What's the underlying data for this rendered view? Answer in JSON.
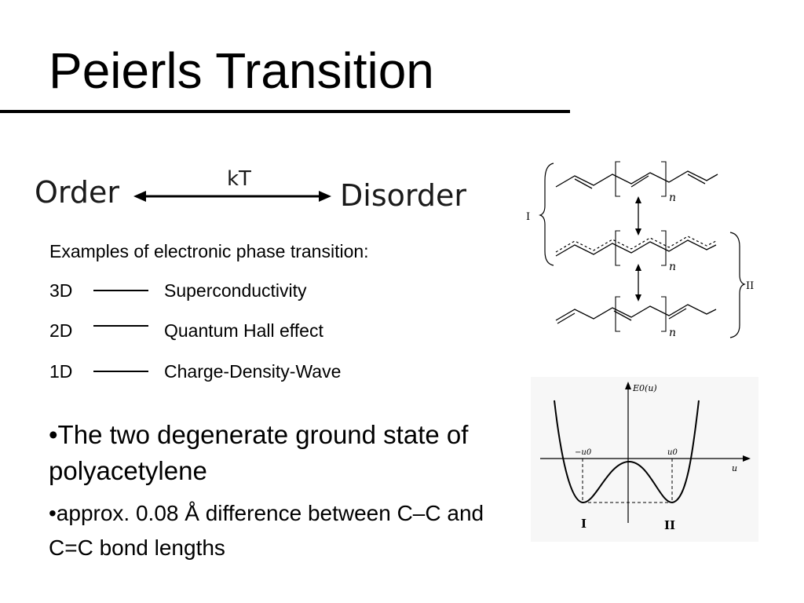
{
  "title": "Peierls Transition",
  "order_disorder": {
    "left": "Order",
    "right": "Disorder",
    "arrow_label": "kT"
  },
  "examples": {
    "heading": "Examples of electronic phase transition:",
    "rows": [
      {
        "dim": "3D",
        "name": "Superconductivity"
      },
      {
        "dim": "2D",
        "name": "Quantum Hall effect"
      },
      {
        "dim": "1D",
        "name": "Charge-Density-Wave"
      }
    ]
  },
  "bullets": [
    "•The two degenerate ground state of polyacetylene",
    "•approx. 0.08 Å difference between C–C and C=C bond lengths"
  ],
  "structure_figure": {
    "label_I": "I",
    "label_II": "II",
    "subscript": "n"
  },
  "energy_plot": {
    "ylabel": "E0(u)",
    "xlabel": "u",
    "minus_u0": "−u0",
    "plus_u0": "u0",
    "min_left_label": "I",
    "min_right_label": "II"
  }
}
